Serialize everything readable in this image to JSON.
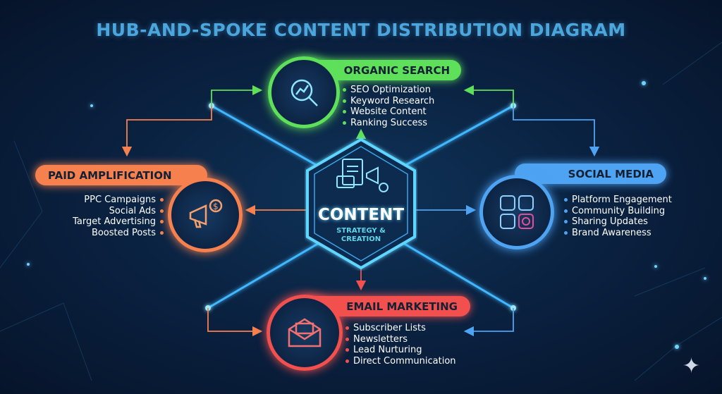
{
  "title": "HUB-AND-SPOKE CONTENT DISTRIBUTION DIAGRAM",
  "hub": {
    "title": "CONTENT",
    "subtitle_line1": "STRATEGY &",
    "subtitle_line2": "CREATION"
  },
  "spokes": {
    "organic": {
      "label": "ORGANIC SEARCH",
      "color": "#5ee05a",
      "items": [
        "SEO Optimization",
        "Keyword Research",
        "Website Content",
        "Ranking Success"
      ],
      "icon": "magnifier-chart-icon"
    },
    "paid": {
      "label": "PAID AMPLIFICATION",
      "color": "#f6814f",
      "items": [
        "PPC Campaigns",
        "Social Ads",
        "Target Advertising",
        "Boosted Posts"
      ],
      "icon": "megaphone-dollar-icon"
    },
    "social": {
      "label": "SOCIAL MEDIA",
      "color": "#4ea3f2",
      "items": [
        "Platform Engagement",
        "Community Building",
        "Sharing Updates",
        "Brand Awareness"
      ],
      "icon": "social-apps-icon"
    },
    "email": {
      "label": "EMAIL MARKETING",
      "color": "#f2504e",
      "items": [
        "Subscriber Lists",
        "Newsletters",
        "Lead Nurturing",
        "Direct Communication"
      ],
      "icon": "envelope-icon"
    }
  }
}
